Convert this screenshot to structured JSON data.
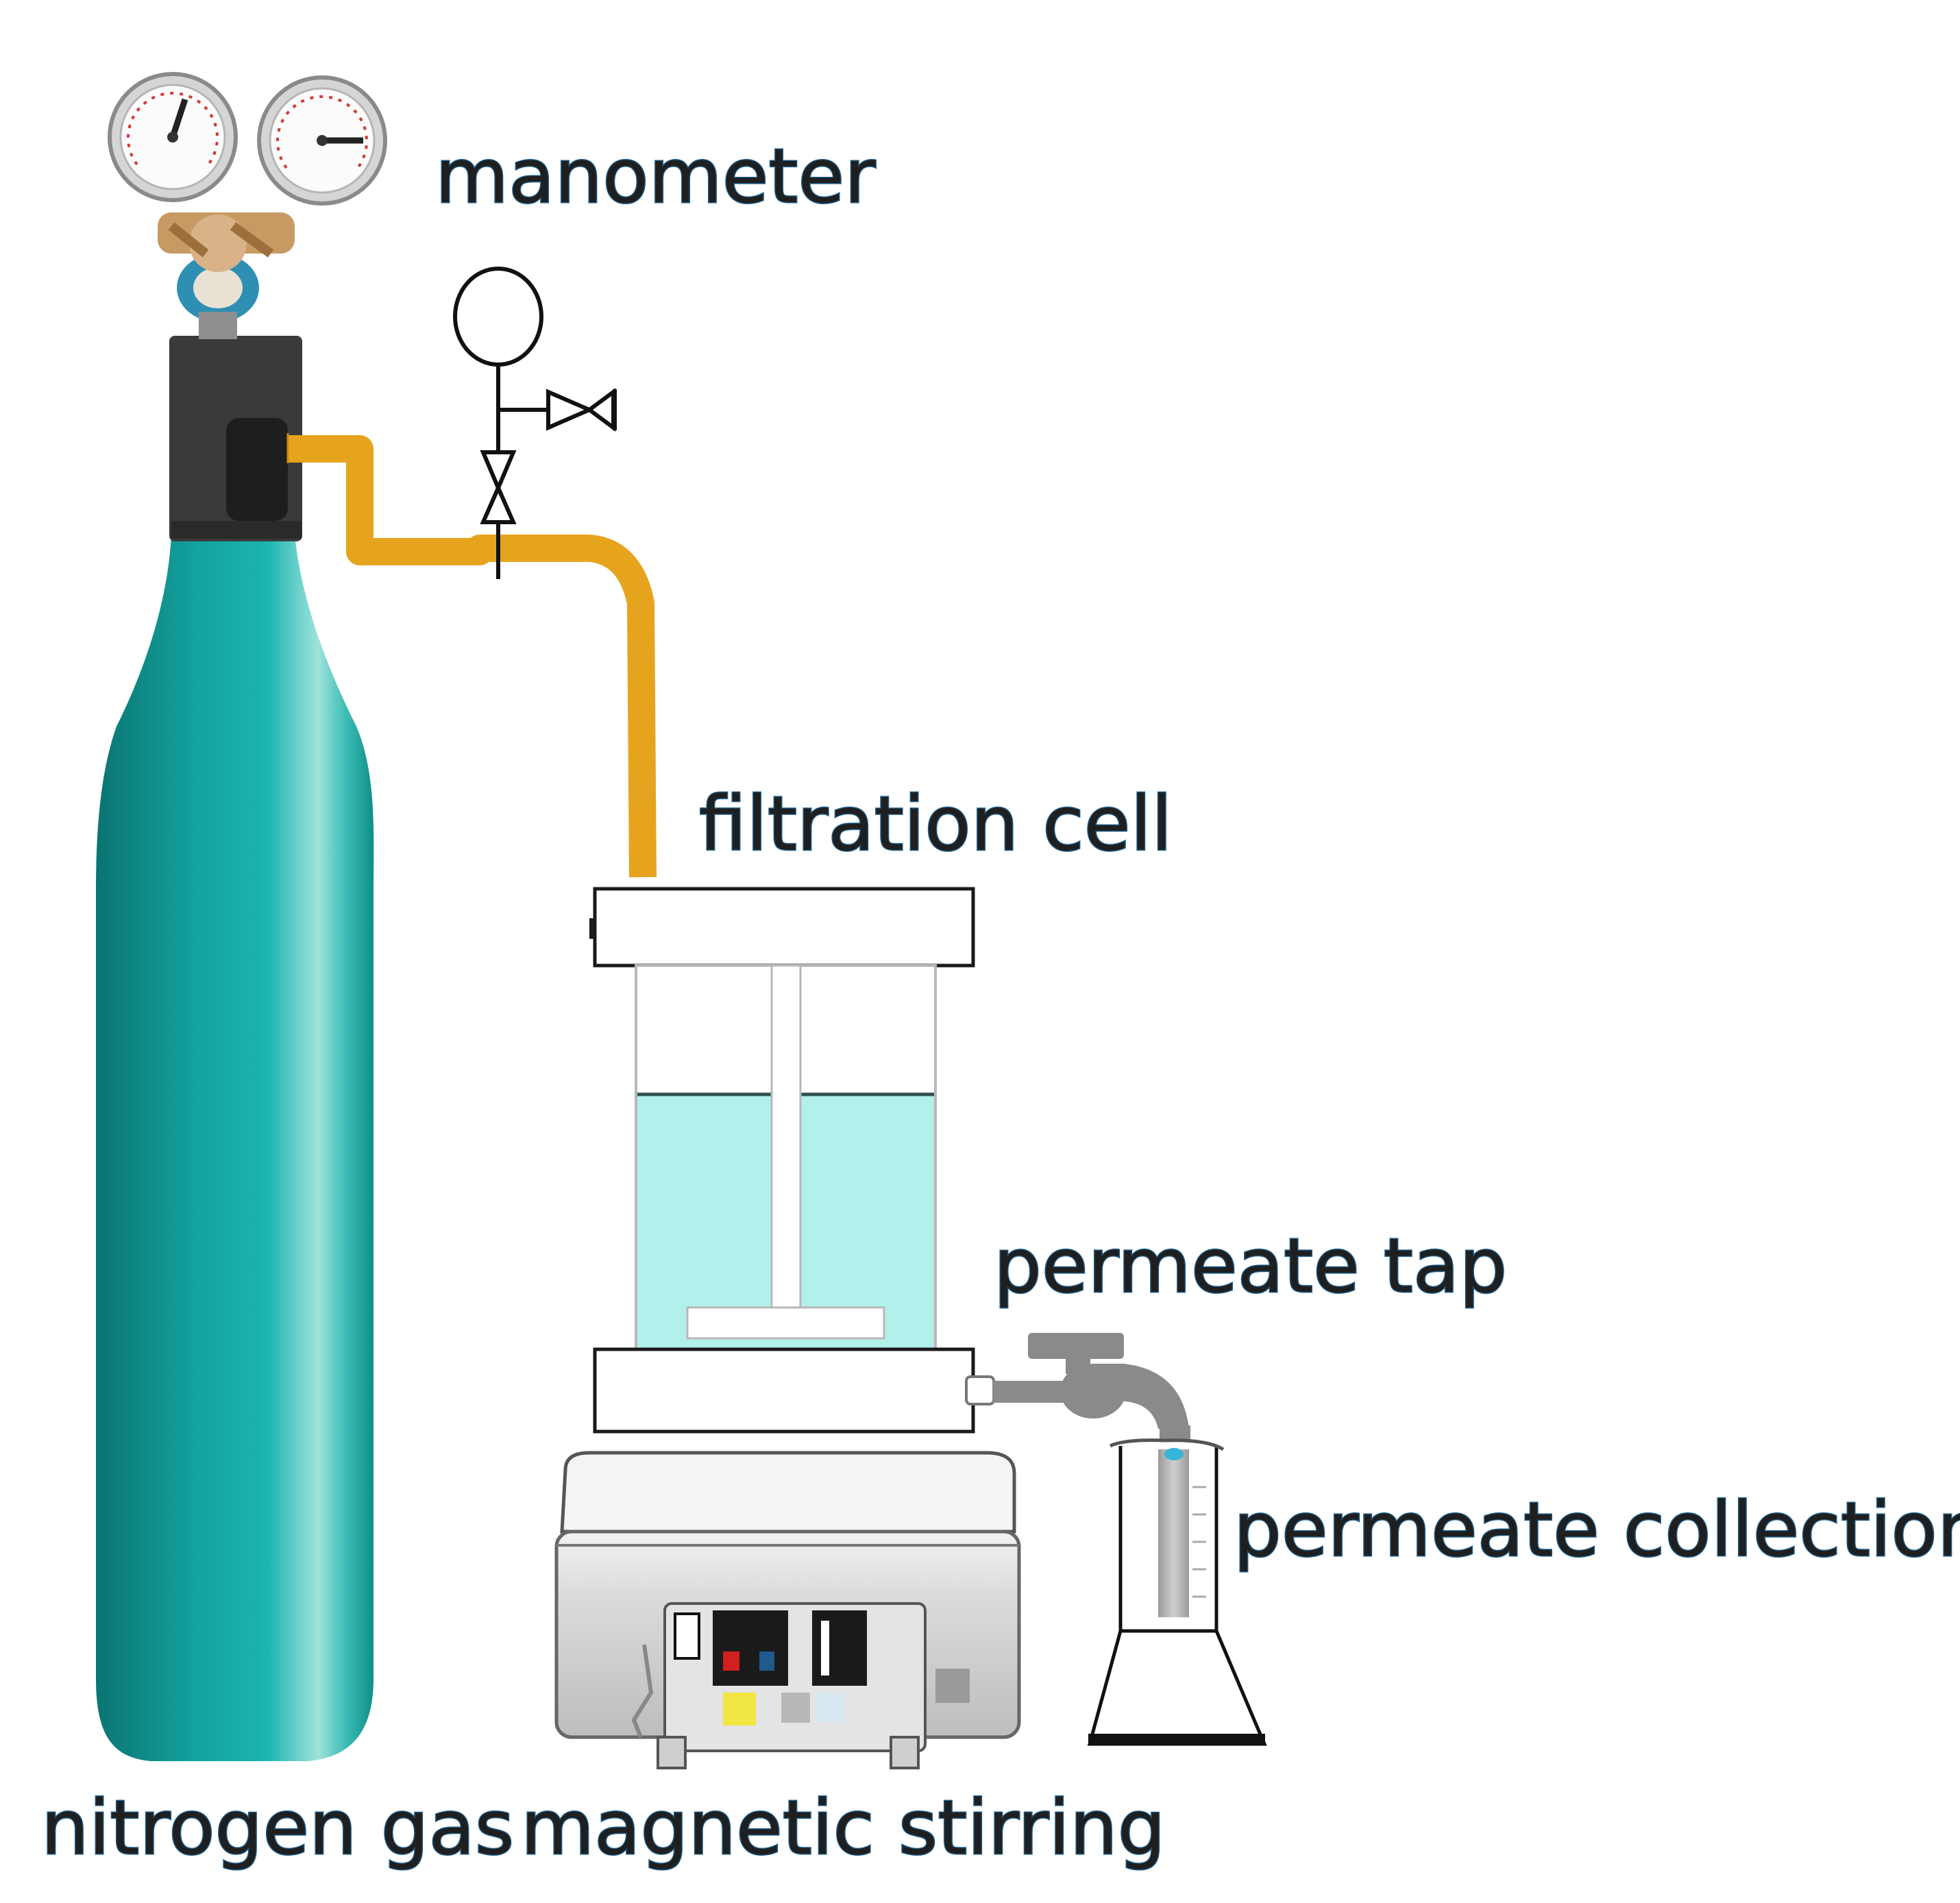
{
  "labels": {
    "manometer": "manometer",
    "filtration_cell": "filtration cell",
    "permeate_tap": "permeate tap",
    "permeate_collection": "permeate collection",
    "nitrogen_gas": "nitrogen gas",
    "magnetic_stirring": "magnetic stirring"
  },
  "colors": {
    "cylinder_teal": "#1aa7a3",
    "cylinder_dark": "#0b7e7b",
    "hose_orange": "#e6a41e",
    "cap_dark": "#3a3a3a",
    "liquid": "#b2f0eb",
    "stirrer_grey": "#d4d4d4",
    "label_text": "#1f1f1f"
  }
}
